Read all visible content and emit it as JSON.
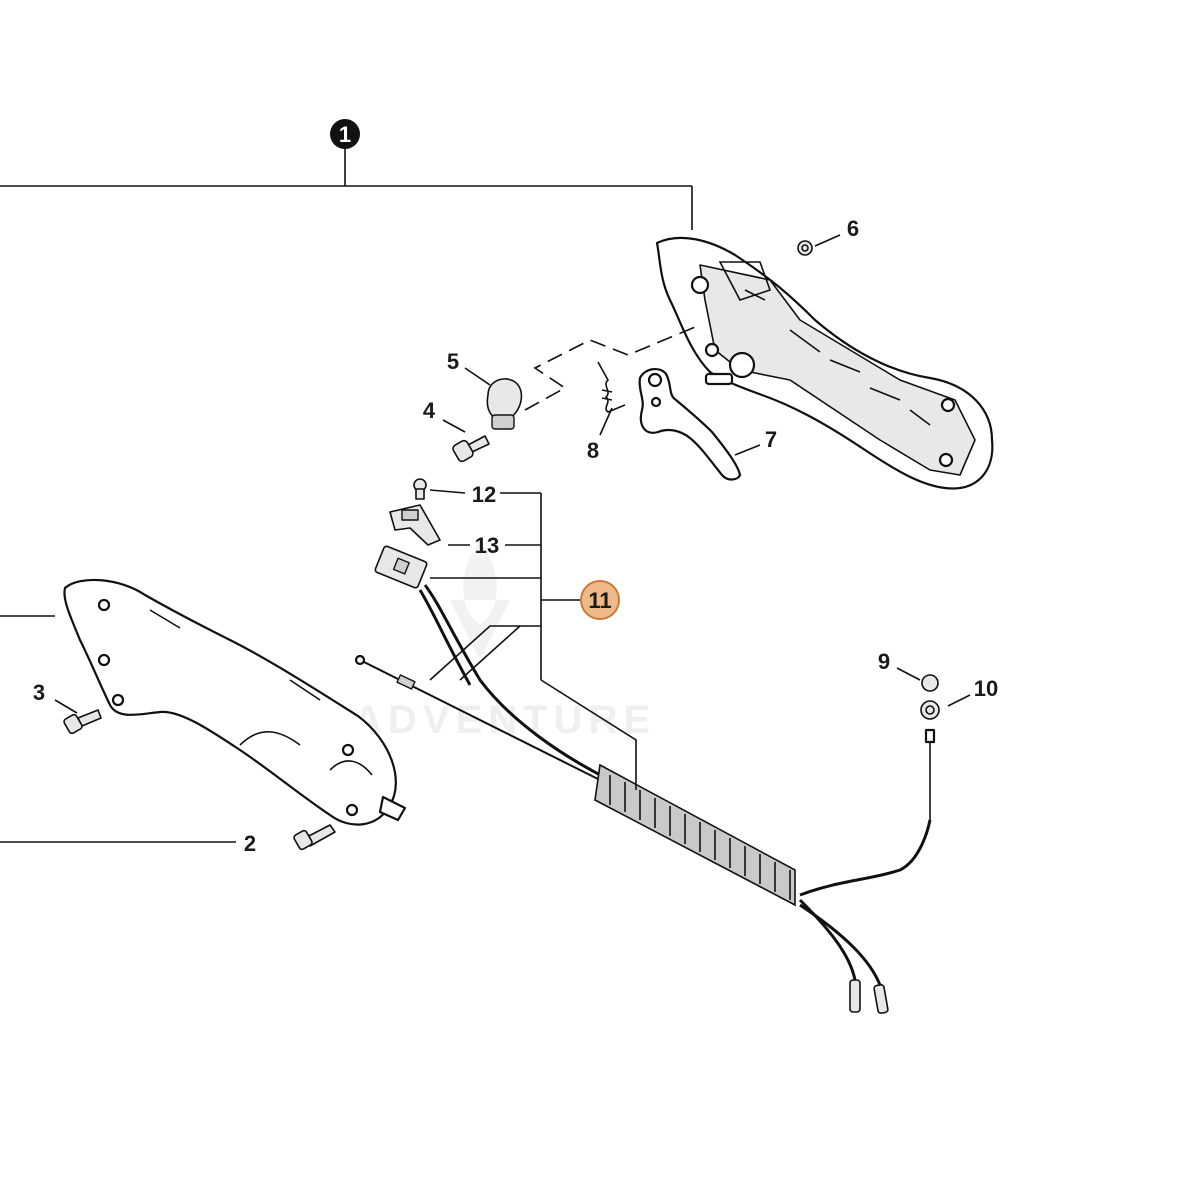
{
  "callouts": {
    "c1": "1",
    "c2": "2",
    "c3": "3",
    "c4": "4",
    "c5": "5",
    "c6": "6",
    "c7": "7",
    "c8": "8",
    "c9": "9",
    "c10": "10",
    "c11": "11",
    "c12": "12",
    "c13": "13"
  },
  "highlight": {
    "callout": "11",
    "color": "#f0b98a",
    "border": "#c87a3c"
  },
  "watermark": "LEADVENTURE"
}
